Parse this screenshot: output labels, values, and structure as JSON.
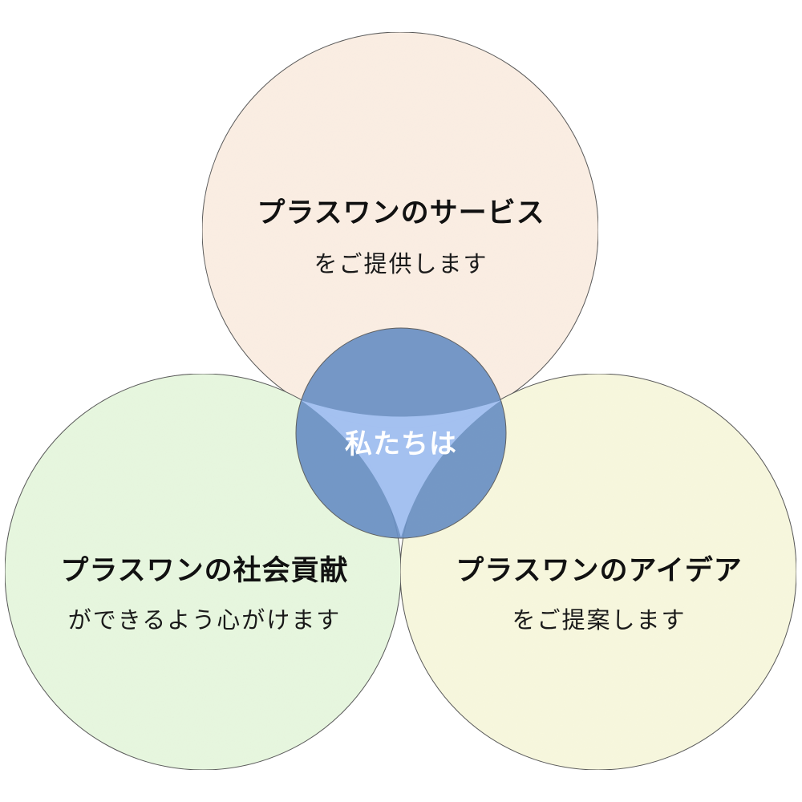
{
  "diagram": {
    "center": {
      "title": "私たちは"
    },
    "circles": {
      "top": {
        "title": "プラスワンのサービス",
        "subtitle": "をご提供します"
      },
      "left": {
        "title": "プラスワンの社会貢献",
        "subtitle": "ができるよう心がけます"
      },
      "right": {
        "title": "プラスワンのアイデア",
        "subtitle": "をご提案します"
      }
    }
  },
  "colors": {
    "top_fill": "#fbeee3",
    "left_fill": "#e7f7df",
    "right_fill": "#f8f8de",
    "center_fill": "#6a90c4",
    "inner_triangle": "#a6c3f2",
    "stroke": "#555555"
  }
}
